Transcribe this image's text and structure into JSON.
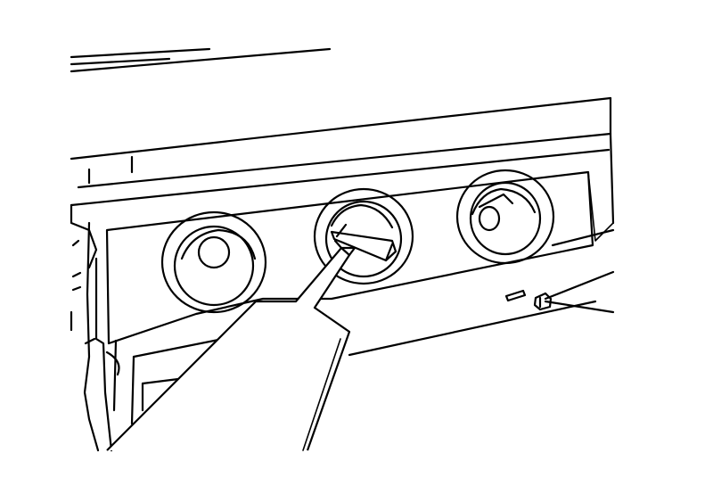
{
  "figure": {
    "type": "line-art technical illustration",
    "content_description_visible_text": "",
    "background_color": "#ffffff",
    "line_color": "#000000",
    "knobs": [
      {
        "name": "left-control-knob"
      },
      {
        "name": "center-control-knob"
      },
      {
        "name": "right-control-knob"
      }
    ],
    "tool": {
      "name": "pry-tool"
    },
    "callout": {
      "name": "retaining-clip",
      "label": ""
    }
  }
}
